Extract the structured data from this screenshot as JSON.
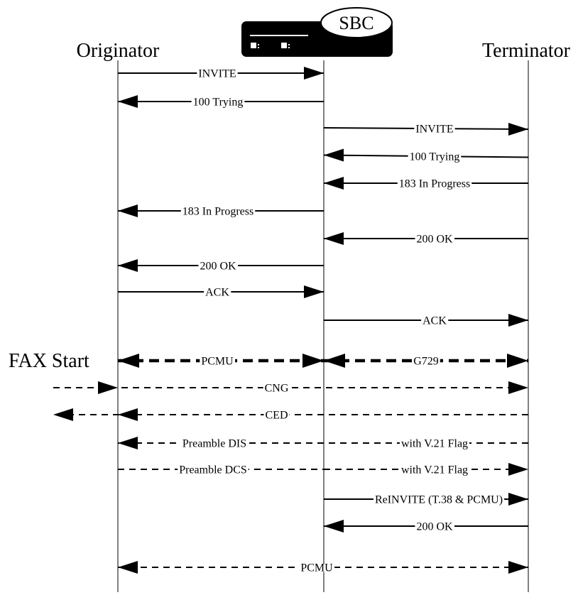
{
  "participants": {
    "originator": "Originator",
    "sbc": "SBC",
    "terminator": "Terminator"
  },
  "side_label": "FAX Start",
  "messages": [
    {
      "label": "INVITE",
      "from": "originator",
      "to": "sbc",
      "style": "solid",
      "heads": "end"
    },
    {
      "label": "100 Trying",
      "from": "sbc",
      "to": "originator",
      "style": "solid",
      "heads": "end"
    },
    {
      "label": "INVITE",
      "from": "sbc",
      "to": "terminator",
      "style": "solid",
      "heads": "end"
    },
    {
      "label": "100 Trying",
      "from": "terminator",
      "to": "sbc",
      "style": "solid",
      "heads": "end"
    },
    {
      "label": "183 In Progress",
      "from": "terminator",
      "to": "sbc",
      "style": "solid",
      "heads": "end"
    },
    {
      "label": "183 In Progress",
      "from": "sbc",
      "to": "originator",
      "style": "solid",
      "heads": "end"
    },
    {
      "label": "200 OK",
      "from": "terminator",
      "to": "sbc",
      "style": "solid",
      "heads": "end"
    },
    {
      "label": "200 OK",
      "from": "sbc",
      "to": "originator",
      "style": "solid",
      "heads": "end"
    },
    {
      "label": "ACK",
      "from": "originator",
      "to": "sbc",
      "style": "solid",
      "heads": "end"
    },
    {
      "label": "ACK",
      "from": "sbc",
      "to": "terminator",
      "style": "solid",
      "heads": "end"
    },
    {
      "label": "PCMU",
      "from": "originator",
      "to": "sbc",
      "style": "bold-dashed",
      "heads": "both"
    },
    {
      "label": "G729",
      "from": "sbc",
      "to": "terminator",
      "style": "bold-dashed",
      "heads": "both"
    },
    {
      "label": "CNG",
      "from": "far-left",
      "to": "terminator",
      "style": "dashed",
      "heads": "end-and-originator"
    },
    {
      "label": "CED",
      "from": "terminator",
      "to": "far-left",
      "style": "dashed",
      "heads": "end-and-originator"
    },
    {
      "label": "Preamble DIS",
      "from": "sbc",
      "to": "originator",
      "style": "dashed",
      "heads": "end"
    },
    {
      "label": "with V.21 Flag",
      "from": "terminator",
      "to": "sbc",
      "style": "dashed",
      "heads": "none"
    },
    {
      "label": "Preamble DCS",
      "from": "originator",
      "to": "sbc",
      "style": "dashed",
      "heads": "none"
    },
    {
      "label": "with V.21 Flag",
      "from": "sbc",
      "to": "terminator",
      "style": "dashed",
      "heads": "end"
    },
    {
      "label": "ReINVITE (T.38 & PCMU)",
      "from": "sbc",
      "to": "terminator",
      "style": "solid",
      "heads": "end"
    },
    {
      "label": "200 OK",
      "from": "terminator",
      "to": "sbc",
      "style": "solid",
      "heads": "end"
    },
    {
      "label": "PCMU",
      "from": "originator",
      "to": "terminator",
      "style": "dashed",
      "heads": "both"
    }
  ]
}
